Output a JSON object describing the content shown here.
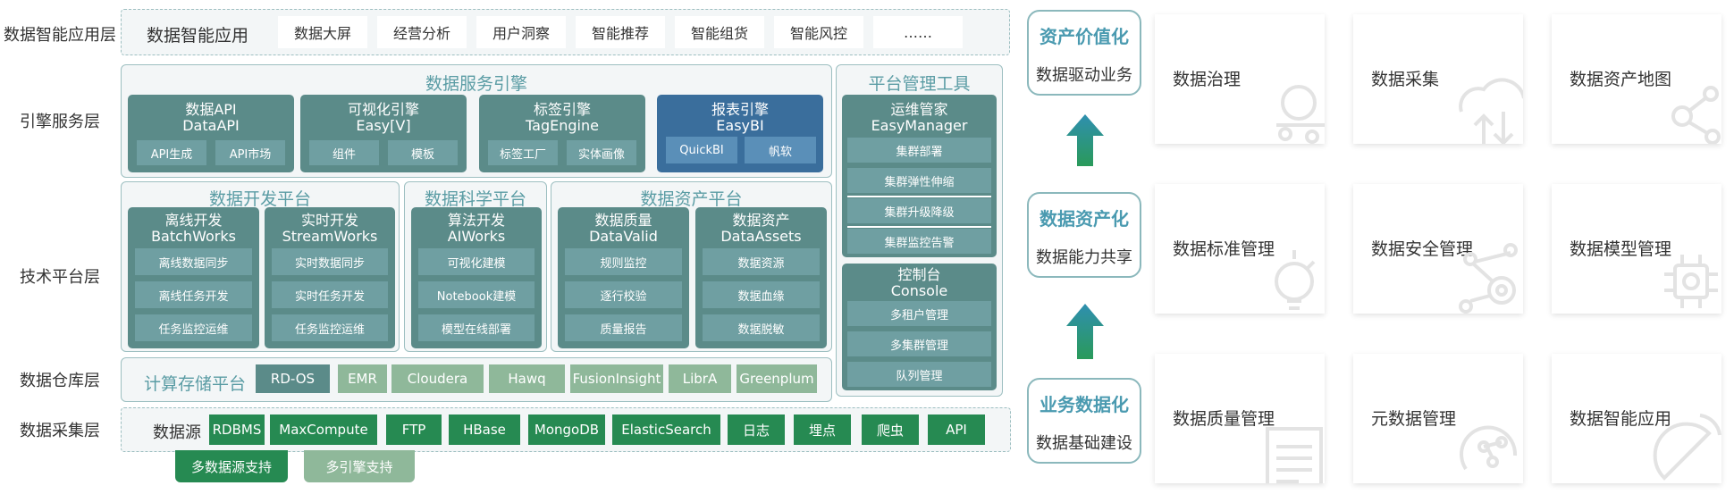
{
  "layers": {
    "app": "数据智能应用层",
    "engine": "引擎服务层",
    "tech": "技术平台层",
    "warehouse": "数据仓库层",
    "collect": "数据采集层"
  },
  "app_layer": {
    "title": "数据智能应用",
    "items": [
      "数据大屏",
      "经营分析",
      "用户洞察",
      "智能推荐",
      "智能组货",
      "智能风控",
      "……"
    ]
  },
  "engine_layer": {
    "title": "数据服务引擎",
    "cards": [
      {
        "t1": "数据API",
        "t2": "DataAPI",
        "pills": [
          "API生成",
          "API市场"
        ]
      },
      {
        "t1": "可视化引擎",
        "t2": "Easy[V]",
        "pills": [
          "组件",
          "模板"
        ]
      },
      {
        "t1": "标签引擎",
        "t2": "TagEngine",
        "pills": [
          "标签工厂",
          "实体画像"
        ]
      },
      {
        "t1": "报表引擎",
        "t2": "EasyBI",
        "pills": [
          "QuickBI",
          "帆软"
        ]
      }
    ]
  },
  "mgmt": {
    "title": "平台管理工具",
    "ops": {
      "t1": "运维管家",
      "t2": "EasyManager",
      "items": [
        "集群部署",
        "集群弹性伸缩",
        "集群升级降级",
        "集群监控告警"
      ]
    },
    "console": {
      "t1": "控制台",
      "t2": "Console",
      "items": [
        "多租户管理",
        "多集群管理",
        "队列管理"
      ]
    }
  },
  "dev_platform": {
    "title": "数据开发平台",
    "cards": [
      {
        "t1": "离线开发",
        "t2": "BatchWorks",
        "items": [
          "离线数据同步",
          "离线任务开发",
          "任务监控运维"
        ]
      },
      {
        "t1": "实时开发",
        "t2": "StreamWorks",
        "items": [
          "实时数据同步",
          "实时任务开发",
          "任务监控运维"
        ]
      }
    ]
  },
  "sci_platform": {
    "title": "数据科学平台",
    "card": {
      "t1": "算法开发",
      "t2": "AIWorks",
      "items": [
        "可视化建模",
        "Notebook建模",
        "模型在线部署"
      ]
    }
  },
  "asset_platform": {
    "title": "数据资产平台",
    "cards": [
      {
        "t1": "数据质量",
        "t2": "DataValid",
        "items": [
          "规则监控",
          "逐行校验",
          "质量报告"
        ]
      },
      {
        "t1": "数据资产",
        "t2": "DataAssets",
        "items": [
          "数据资源",
          "数据血缘",
          "数据脱敏"
        ]
      }
    ]
  },
  "storage": {
    "title": "计算存储平台",
    "items": [
      "RD-OS",
      "EMR",
      "Cloudera",
      "Hawq",
      "FusionInsight",
      "LibrA",
      "Greenplum"
    ]
  },
  "sources": {
    "title": "数据源",
    "items": [
      "RDBMS",
      "MaxCompute",
      "FTP",
      "HBase",
      "MongoDB",
      "ElasticSearch",
      "日志",
      "埋点",
      "爬虫",
      "API"
    ]
  },
  "tabs": [
    "多数据源支持",
    "多引擎支持"
  ],
  "value_chain": [
    {
      "h": "资产价值化",
      "s": "数据驱动业务"
    },
    {
      "h": "数据资产化",
      "s": "数据能力共享"
    },
    {
      "h": "业务数据化",
      "s": "数据基础建设"
    }
  ],
  "tiles": [
    "数据治理",
    "数据采集",
    "数据资产地图",
    "数据标准管理",
    "数据安全管理",
    "数据模型管理",
    "数据质量管理",
    "元数据管理",
    "数据智能应用"
  ],
  "colors": {
    "teal": "#5b8b89",
    "blue": "#3a6e9c",
    "green": "#268a52",
    "accent": "#5a9ca4"
  }
}
